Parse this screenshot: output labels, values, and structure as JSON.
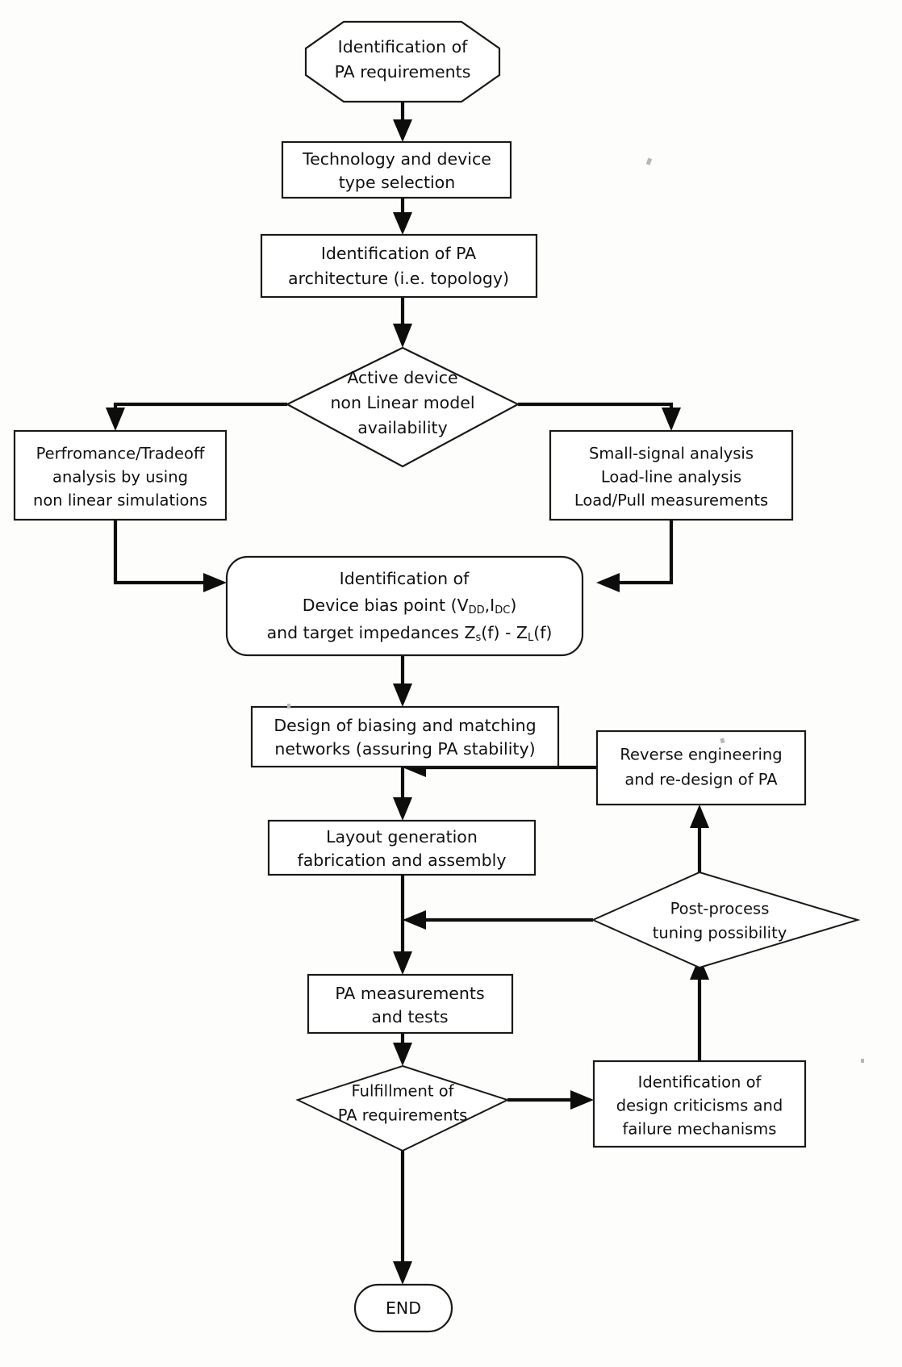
{
  "diagram": {
    "title": "Power Amplifier Design Flowchart",
    "background_color": "#fdfdfb",
    "line_color": "#0d0d0d",
    "node_fill": "#ffffff"
  },
  "nodes": {
    "start": {
      "shape": "octagon",
      "lines": [
        "Identification of",
        "PA requirements"
      ]
    },
    "technology": {
      "shape": "rectangle",
      "lines": [
        "Technology and device",
        "type selection"
      ]
    },
    "architecture": {
      "shape": "rectangle",
      "lines": [
        "Identification of PA",
        "architecture (i.e. topology)"
      ]
    },
    "model_decision": {
      "shape": "diamond",
      "lines": [
        "Active device",
        "non Linear model",
        "availability"
      ]
    },
    "nonlinear_branch": {
      "shape": "rectangle",
      "lines": [
        "Perfromance/Tradeoff",
        "analysis by using",
        "non linear simulations"
      ]
    },
    "smallsignal_branch": {
      "shape": "rectangle",
      "lines": [
        "Small-signal analysis",
        "Load-line analysis",
        "Load/Pull measurements"
      ]
    },
    "bias_point": {
      "shape": "rounded-rectangle",
      "lines": [
        "Identification of",
        "Device bias point (V_DD, I_DC)",
        "and target impedances Z_s(f) - Z_L(f)"
      ],
      "line1": "Identification of",
      "line2_pre": "Device bias point (V",
      "line2_sub1": "DD",
      "line2_mid": ",I",
      "line2_sub2": "DC",
      "line2_post": ")",
      "line3_pre": "and target impedances Z",
      "line3_sub1": "s",
      "line3_mid": "(f) - Z",
      "line3_sub2": "L",
      "line3_post": "(f)"
    },
    "biasing_matching": {
      "shape": "rectangle",
      "lines": [
        "Design of biasing and matching",
        "networks (assuring PA stability)"
      ]
    },
    "layout": {
      "shape": "rectangle",
      "lines": [
        "Layout generation",
        "fabrication and assembly"
      ]
    },
    "measurements": {
      "shape": "rectangle",
      "lines": [
        "PA measurements",
        "and tests"
      ]
    },
    "fulfillment": {
      "shape": "diamond",
      "lines": [
        "Fulfillment of",
        "PA requirements"
      ]
    },
    "end": {
      "shape": "stadium",
      "lines": [
        "END"
      ]
    },
    "reverse_engineering": {
      "shape": "rectangle",
      "lines": [
        "Reverse engineering",
        "and re-design of PA"
      ]
    },
    "post_process": {
      "shape": "diamond",
      "lines": [
        "Post-process",
        "tuning possibility"
      ]
    },
    "criticisms": {
      "shape": "rectangle",
      "lines": [
        "Identification of",
        "design criticisms and",
        "failure mechanisms"
      ]
    }
  },
  "edges": [
    {
      "from": "start",
      "to": "technology",
      "label": ""
    },
    {
      "from": "technology",
      "to": "architecture",
      "label": ""
    },
    {
      "from": "architecture",
      "to": "model_decision",
      "label": ""
    },
    {
      "from": "model_decision",
      "to": "nonlinear_branch",
      "label": ""
    },
    {
      "from": "model_decision",
      "to": "smallsignal_branch",
      "label": ""
    },
    {
      "from": "nonlinear_branch",
      "to": "bias_point",
      "label": ""
    },
    {
      "from": "smallsignal_branch",
      "to": "bias_point",
      "label": ""
    },
    {
      "from": "bias_point",
      "to": "biasing_matching",
      "label": ""
    },
    {
      "from": "biasing_matching",
      "to": "layout",
      "label": ""
    },
    {
      "from": "layout",
      "to": "measurements",
      "label": ""
    },
    {
      "from": "measurements",
      "to": "fulfillment",
      "label": ""
    },
    {
      "from": "fulfillment",
      "to": "end",
      "label": ""
    },
    {
      "from": "fulfillment",
      "to": "criticisms",
      "label": ""
    },
    {
      "from": "criticisms",
      "to": "post_process",
      "label": ""
    },
    {
      "from": "post_process",
      "to": "layout",
      "label": ""
    },
    {
      "from": "post_process",
      "to": "reverse_engineering",
      "label": ""
    },
    {
      "from": "reverse_engineering",
      "to": "biasing_matching",
      "label": ""
    }
  ]
}
